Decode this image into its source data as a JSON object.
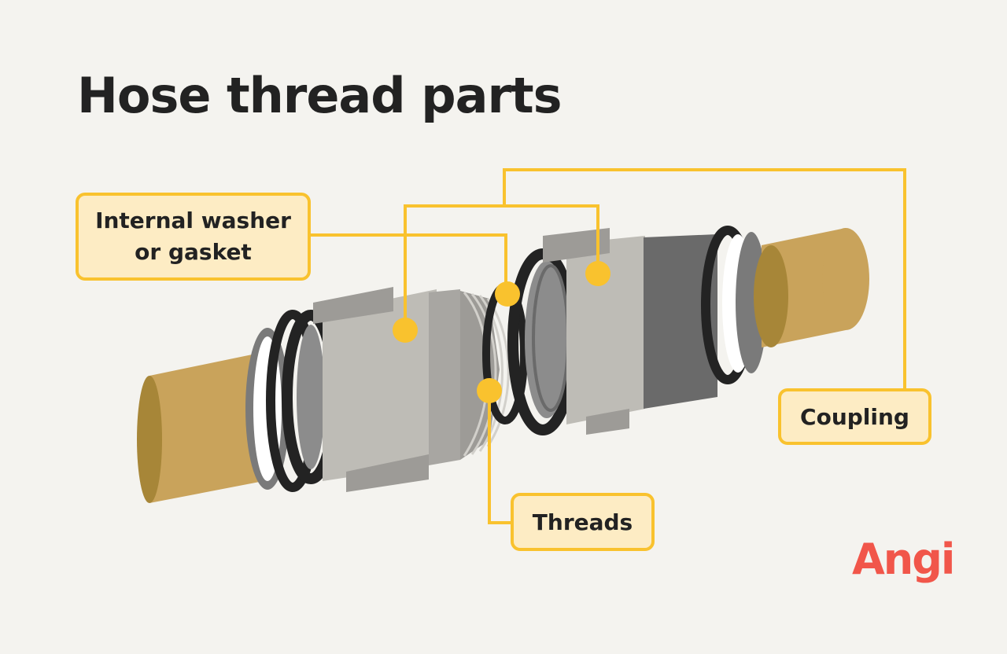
{
  "title": "Hose thread parts",
  "labels": {
    "washer_line1": "Internal washer",
    "washer_line2": "or gasket",
    "threads": "Threads",
    "coupling": "Coupling"
  },
  "logo": "Angi",
  "colors": {
    "background": "#f4f3ef",
    "accent": "#f9c22e",
    "label_fill": "#fdecc4",
    "hose": "#c9a35b",
    "fitting_light": "#bebcb6",
    "fitting_dark": "#6a6a6a",
    "ring": "#232323",
    "logo": "#f1564a"
  }
}
